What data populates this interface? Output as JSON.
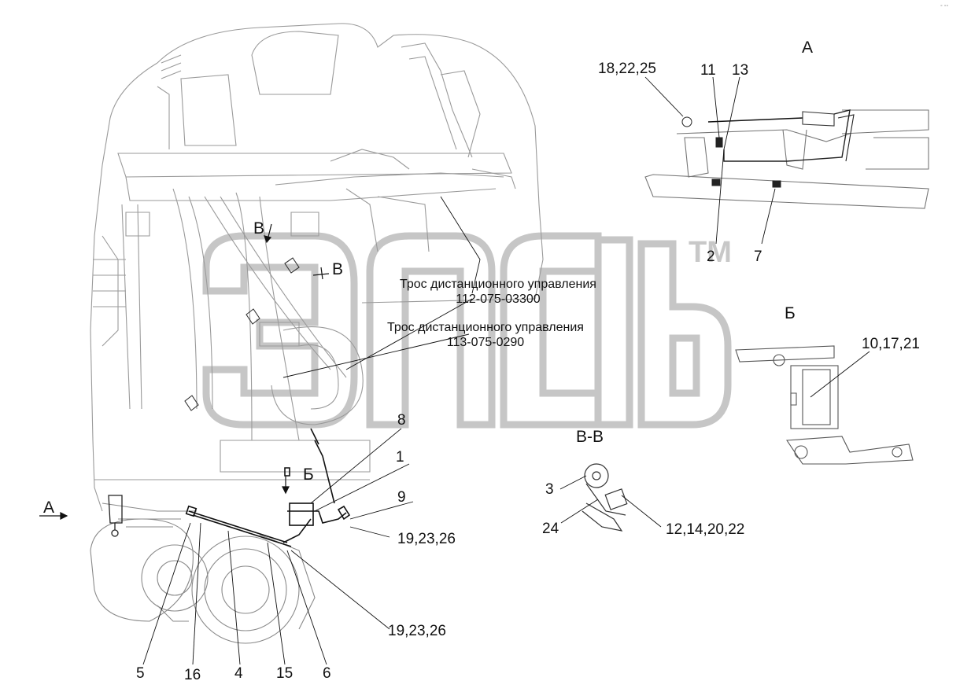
{
  "corner_mark": "° °°",
  "watermark": {
    "text": "элеb",
    "tm": "TM"
  },
  "views": {
    "a_title": "А",
    "b_title": "Б",
    "vv_title": "В-В",
    "a_arrow": "А",
    "b_arrow": "Б",
    "v_arrow_top": "В",
    "v_arrow_right": "В"
  },
  "cables": [
    {
      "name": "Трос дистанционного управления",
      "code": "112-075-03300"
    },
    {
      "name": "Трос дистанционного управления",
      "code": "113-075-0290"
    }
  ],
  "callouts": {
    "c18_22_25": "18,22,25",
    "c11": "11",
    "c13": "13",
    "c2": "2",
    "c7": "7",
    "c10_17_21": "10,17,21",
    "c8": "8",
    "c1": "1",
    "c9": "9",
    "c19_23_26_a": "19,23,26",
    "c19_23_26_b": "19,23,26",
    "c3": "3",
    "c24": "24",
    "c12_14_20_22": "12,14,20,22",
    "c5": "5",
    "c16": "16",
    "c4": "4",
    "c15": "15",
    "c6": "6"
  }
}
